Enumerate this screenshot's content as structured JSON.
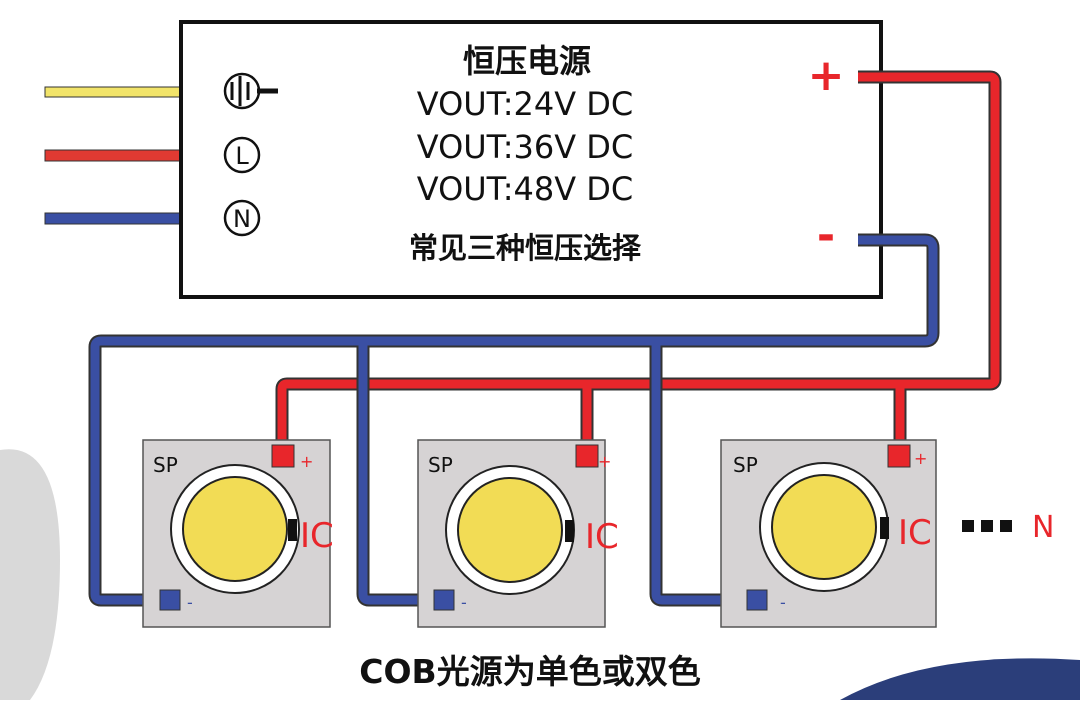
{
  "psu": {
    "title": "恒压电源",
    "outputs": [
      "VOUT:24V DC",
      "VOUT:36V DC",
      "VOUT:48V DC"
    ],
    "caption": "常见三种恒压选择",
    "plus_terminal": "+",
    "minus_terminal": "-",
    "input_pins": {
      "ground": "ground-symbol",
      "live": "L",
      "neutral": "N"
    }
  },
  "cob_modules": [
    {
      "brand": "SP",
      "plus": "+",
      "minus": "-",
      "ic": "IC"
    },
    {
      "brand": "SP",
      "plus": "+",
      "minus": "-",
      "ic": "IC"
    },
    {
      "brand": "SP",
      "plus": "+",
      "minus": "-",
      "ic": "IC"
    }
  ],
  "continuation": {
    "dots": "■■■",
    "label": "N"
  },
  "footer_caption": "COB光源为单色或双色",
  "colors": {
    "ground_wire": "#f2e46a",
    "live_wire": "#e03a32",
    "neutral_wire": "#3a4fa3",
    "positive_wire": "#e8262b",
    "negative_wire": "#3a4fa3",
    "module_plate": "#d6d3d4",
    "led_face": "#f2dc55",
    "ic_label": "#e8262b"
  }
}
